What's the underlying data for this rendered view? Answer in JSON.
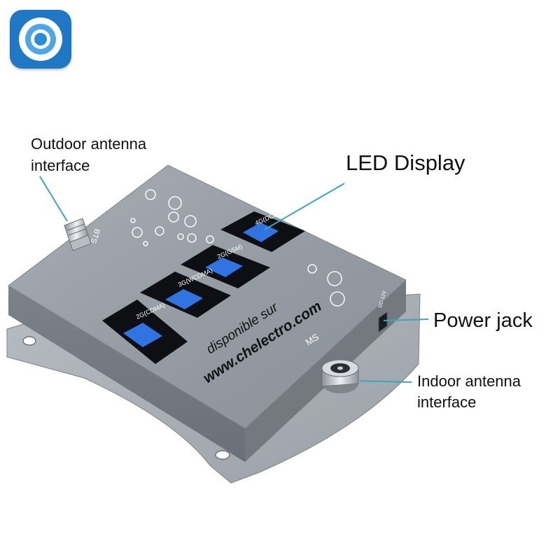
{
  "labels": {
    "outdoor_antenna": "Outdoor antenna interface",
    "led_display": "LED Display",
    "power_jack": "Power jack",
    "indoor_antenna": "Indoor antenna interface"
  },
  "device": {
    "port_bts": "BTS",
    "port_ms": "MS",
    "dc_label": "DC-12V",
    "screens": [
      "4G(DCS)",
      "2G(GSM)",
      "3G(WCDMA)",
      "2G(CDMA)"
    ],
    "watermark_line1": "disponible sur",
    "watermark_line2": "www.chelectro.com"
  },
  "colors": {
    "body": "#8f959c",
    "body_light": "#a4aab1",
    "panel": "#0d0f12",
    "lcd": "#2f74e0",
    "callout_line": "#3aa6b9",
    "icon_blue": "#1e78c6"
  },
  "icons": {
    "app_icon": "target-ring-icon"
  }
}
